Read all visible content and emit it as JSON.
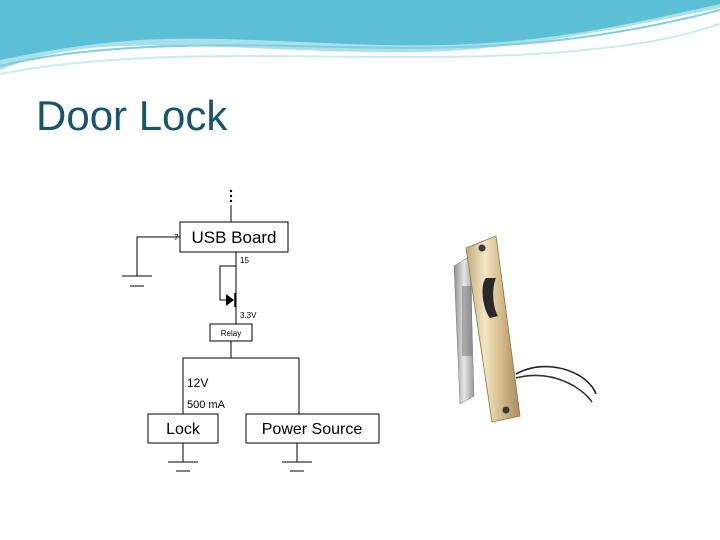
{
  "slide": {
    "title": "Door Lock"
  },
  "diagram": {
    "usb_board_label": "USB Board",
    "pin_7": "7",
    "pin_15": "15",
    "voltage_3v3": "3.3V",
    "relay_label": "Relay",
    "voltage_12v": "12V",
    "current_500ma": "500 mA",
    "lock_label": "Lock",
    "power_source_label": "Power Source"
  },
  "colors": {
    "title": "#17556f",
    "banner_main": "#5cbfd6",
    "banner_light": "#a8dfe9"
  },
  "photo": {
    "subject": "electric door strike lock with wires"
  }
}
